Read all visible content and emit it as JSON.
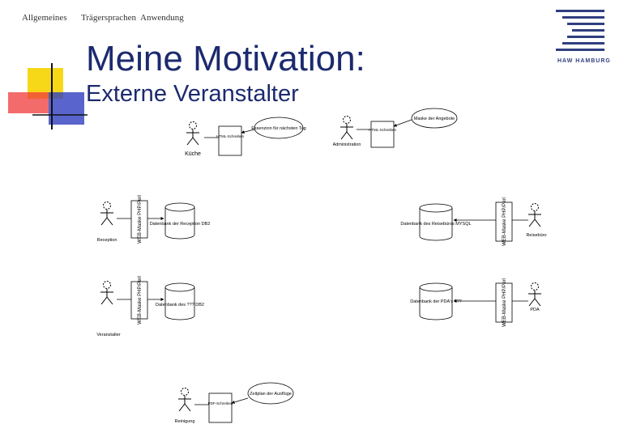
{
  "nav": {
    "tab1": "Allgemeines",
    "tab2": "Trägersprachen",
    "tab3": "Anwendung"
  },
  "logo": {
    "text": "HAW HAMBURG"
  },
  "title": "Meine Motivation:",
  "subtitle": "Externe Veranstalter",
  "diagram": {
    "actors": {
      "kueche": "Küche",
      "administration": "Administration",
      "reception": "Reception",
      "reisebuero": "Reisebüro",
      "pda": "PDA",
      "veranstalter": "Veranstalter",
      "reinigung": "Reinigung"
    },
    "notes": {
      "essenzion": "Essenzion für nächsten Tag",
      "maske_angebote": "Maske der Angebote",
      "zeitplan": "Zeitplan der Ausflüge"
    },
    "boxes": {
      "html_schreiben_1": "HTML-Schreiben",
      "html_schreiben_2": "HTML-Schreiben",
      "pdf_schreiben": "PDF-Schreiben",
      "webmaske_reception": "WEB-Maske PHP/Perl",
      "webmaske_veranstalter": "WEB-Maske PHP/Perl",
      "webmaske_reisebuero": "WEB-Maske PHP/Perl",
      "webmaske_pda": "WEB-Maske PHP/Perl"
    },
    "databases": {
      "db_reception": "Datenbank der Reception DB2",
      "db_veranstalter": "Datenbank des ??? DB2",
      "db_reisebuero": "Datenbank des Reisebüros MYSQL",
      "db_pda": "Datenbank der PDA's ???"
    }
  },
  "colors": {
    "title": "#1c2a6e",
    "logo": "#2f3f7f",
    "deco_yellow": "#f5d400",
    "deco_red": "#f03a3a",
    "deco_blue": "#2f3fbf"
  }
}
